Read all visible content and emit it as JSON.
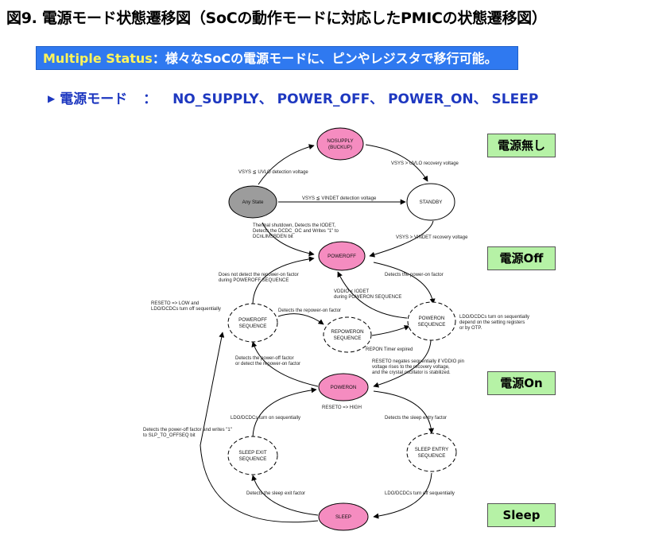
{
  "title": "図9. 電源モード状態遷移図（SoCの動作モードに対応したPMICの状態遷移図）",
  "banner": {
    "label": "Multiple Status",
    "text": "：様々なSoCの電源モードに、ピンやレジスタで移行可能。"
  },
  "modes": {
    "label": "電源モード",
    "separator": "：",
    "list": "NO_SUPPLY、 POWER_OFF、 POWER_ON、 SLEEP"
  },
  "legend": {
    "no_power": "電源無し",
    "power_off": "電源Off",
    "power_on": "電源On",
    "sleep": "Sleep"
  },
  "states": {
    "nosupply_1": "NOSUPPLY",
    "nosupply_2": "(BUCKUP)",
    "any": "Any State",
    "standby": "STANDBY",
    "poweroff": "POWEROFF",
    "poweroff_seq_1": "POWEROFF",
    "poweroff_seq_2": "SEQUENCE",
    "repoweron_1": "REPOWERON",
    "repoweron_2": "SEQUENCE",
    "poweron_seq_1": "POWERON",
    "poweron_seq_2": "SEQUENCE",
    "poweron": "POWERON",
    "sleep_exit_1": "SLEEP EXIT",
    "sleep_exit_2": "SEQUENCE",
    "sleep_entry_1": "SLEEP ENTRY",
    "sleep_entry_2": "SEQUENCE",
    "sleep": "SLEEP"
  },
  "transitions": {
    "uvlo_detect": "VSYS ≦ UVLO detection voltage",
    "uvlo_recovery": "VSYS > UVLO recovery voltage",
    "vindet_detect": "VSYS ≦ VINDET detection voltage",
    "vindet_recovery": "VSYS > VINDET recovery voltage",
    "thermal_1": "Thermal shutdown, Detects the IODET,",
    "thermal_2": "Detects the DCDC_OC and Writes \"1\" to",
    "thermal_3": "DCnLIMSBDEN bit",
    "no_repoweron_1": "Does not detect the repower-on factor",
    "no_repoweron_2": "during POWEROFF SEQUENCE",
    "detects_poweron": "Detects the power-on factor",
    "vddio_1": "VDDIO < IODET",
    "vddio_2": "during POWERON SEQUENCE",
    "reseto_low_1": "RESETO => LOW and",
    "reseto_low_2": "LDO/DCDCs turn off  sequentially",
    "detects_repoweron": "Detects the repower-on factor",
    "ldo_on_seq_1": "LDO/DCDCs turn on sequentially",
    "ldo_on_seq_2": "depend on the setting registers",
    "ldo_on_seq_3": "or by OTP.",
    "repon_timer": "REPON Timer expired",
    "reseto_neg_1": "RESETO negates sequentially if VDDIO pin",
    "reseto_neg_2": "voltage rises to the recovery voltage,",
    "reseto_neg_3": "and the crystal oscillator is stabilized.",
    "poweroff_factor_1": "Detects the power-off factor",
    "poweroff_factor_2": "or detect the repower-on factor",
    "reseto_high": "RESETO => HIGH",
    "ldo_on": "LDO/DCDCs turn on sequentially",
    "sleep_entry_factor": "Detects the sleep entry factor",
    "slp_off_1": "Detects the power-off factor and writes \"1\"",
    "slp_off_2": "to SLP_TO_OFFSEQ bit",
    "sleep_exit_factor": "Detects the sleep exit factor",
    "ldo_off": "LDO/DCDCs turn off sequentially"
  },
  "colors": {
    "banner_bg": "#2f79f0",
    "banner_label": "#fff45a",
    "modes_text": "#1e38c0",
    "legend_bg": "#b6f2a6",
    "state_pink": "#f58cc0",
    "state_gray": "#9c9c9c"
  }
}
